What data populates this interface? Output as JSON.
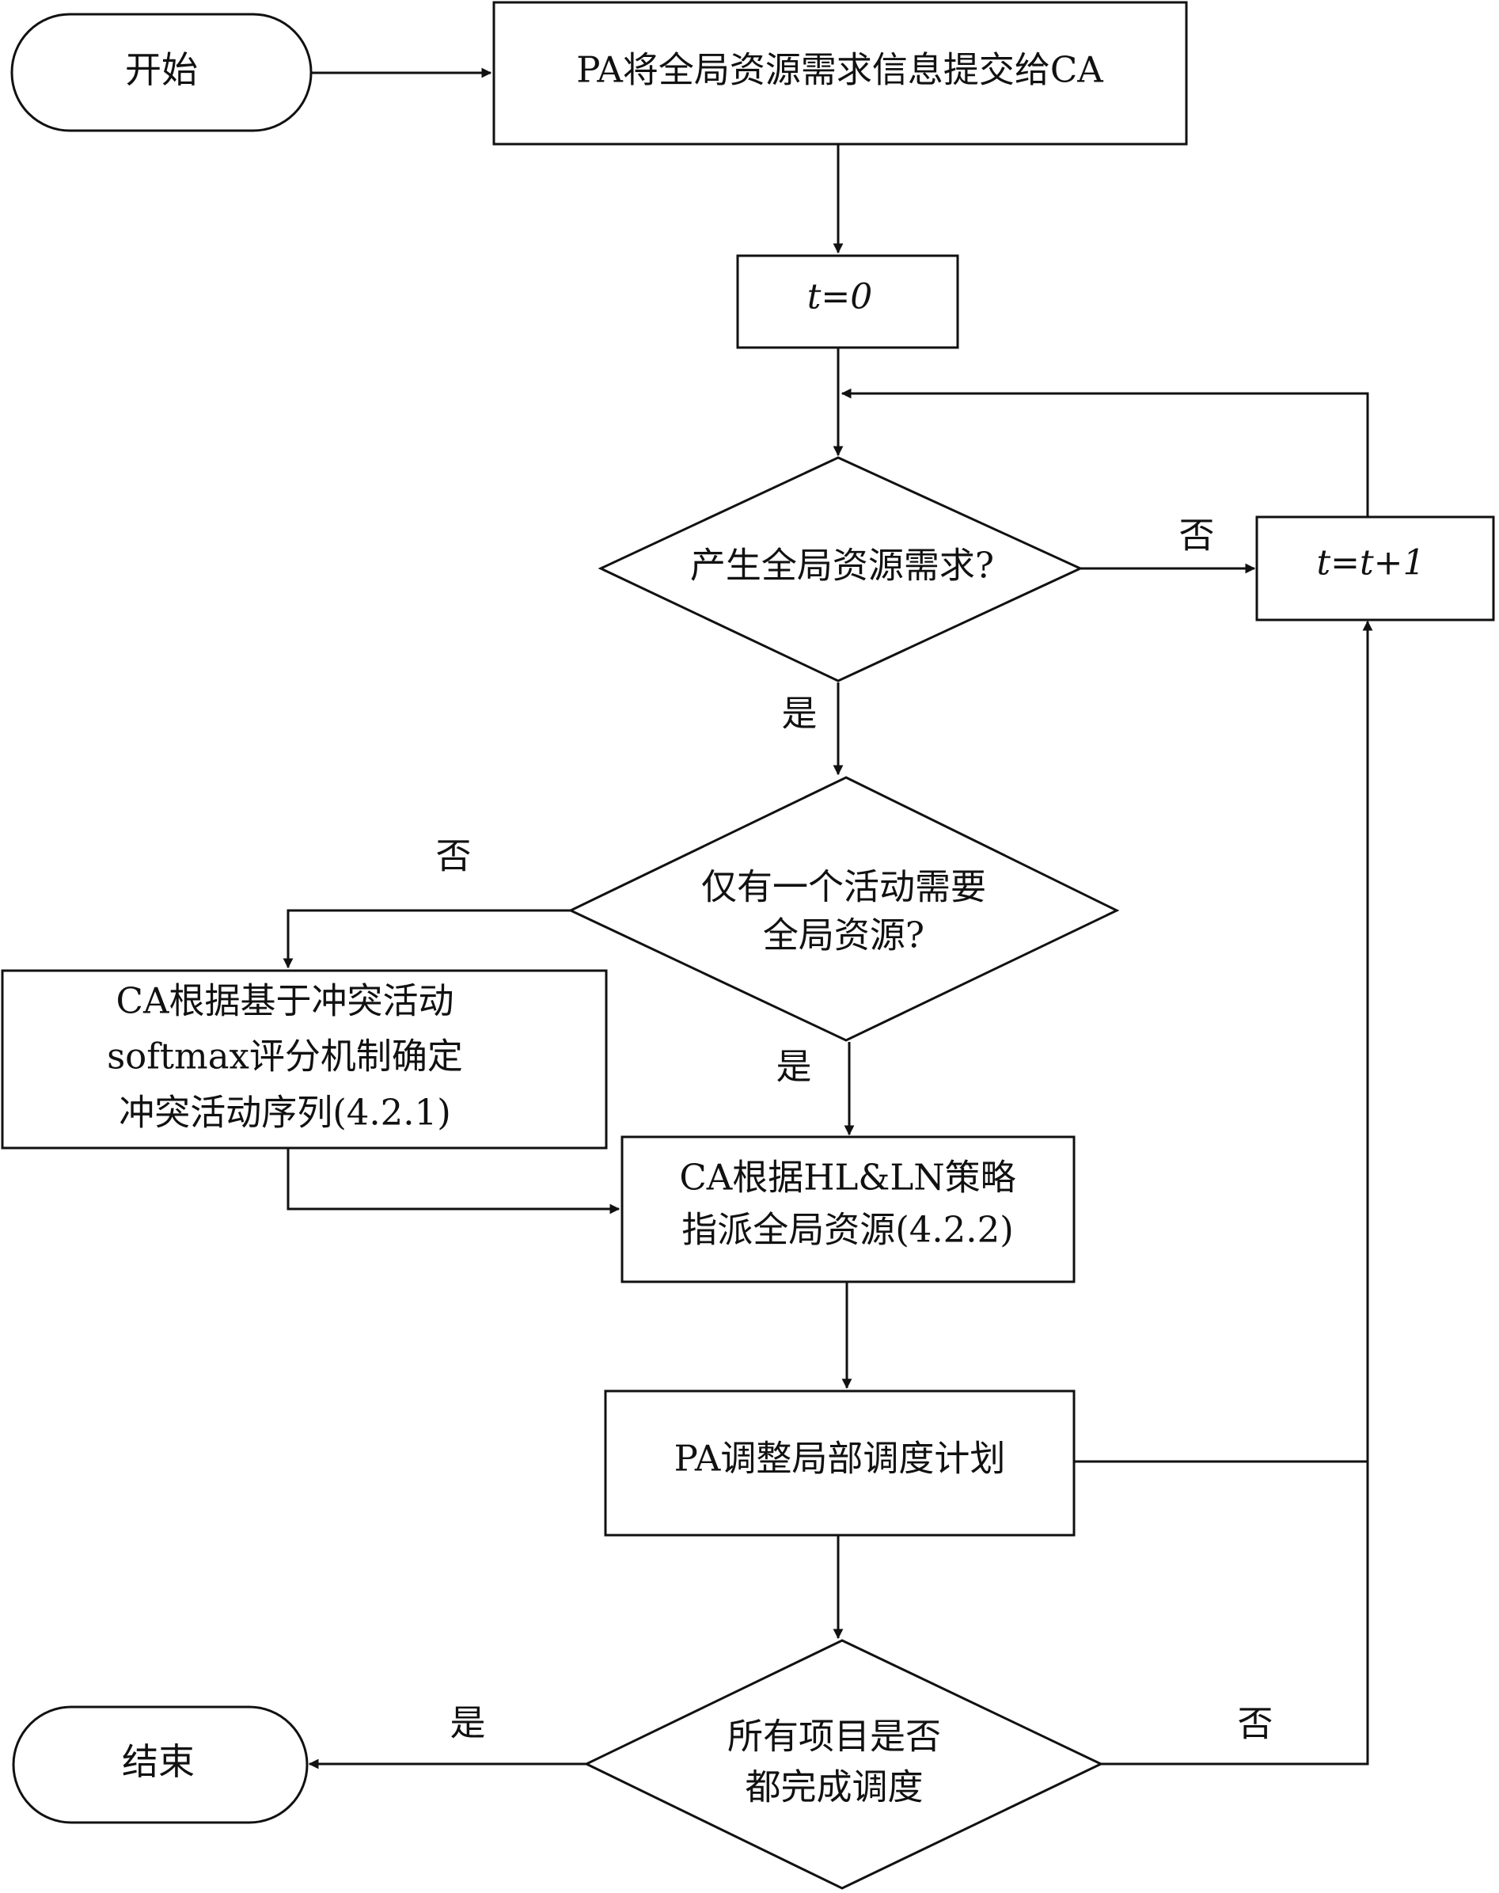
{
  "nodes": {
    "start": "开始",
    "submit": "PA将全局资源需求信息提交给CA",
    "init_t": "t=0",
    "decision_demand": "产生全局资源需求?",
    "increment_t": "t=t+1",
    "decision_single": {
      "line1": "仅有一个活动需要",
      "line2": "全局资源?"
    },
    "softmax": {
      "line1": "CA根据基于冲突活动",
      "line2": "softmax评分机制确定",
      "line3": "冲突活动序列(4.2.1)"
    },
    "assign": {
      "line1": "CA根据HL&LN策略",
      "line2": "指派全局资源(4.2.2)"
    },
    "adjust": "PA调整局部调度计划",
    "decision_done": {
      "line1": "所有项目是否",
      "line2": "都完成调度"
    },
    "end": "结束"
  },
  "edge_labels": {
    "demand_no": "否",
    "demand_yes": "是",
    "single_no": "否",
    "single_yes": "是",
    "done_yes": "是",
    "done_no": "否"
  }
}
